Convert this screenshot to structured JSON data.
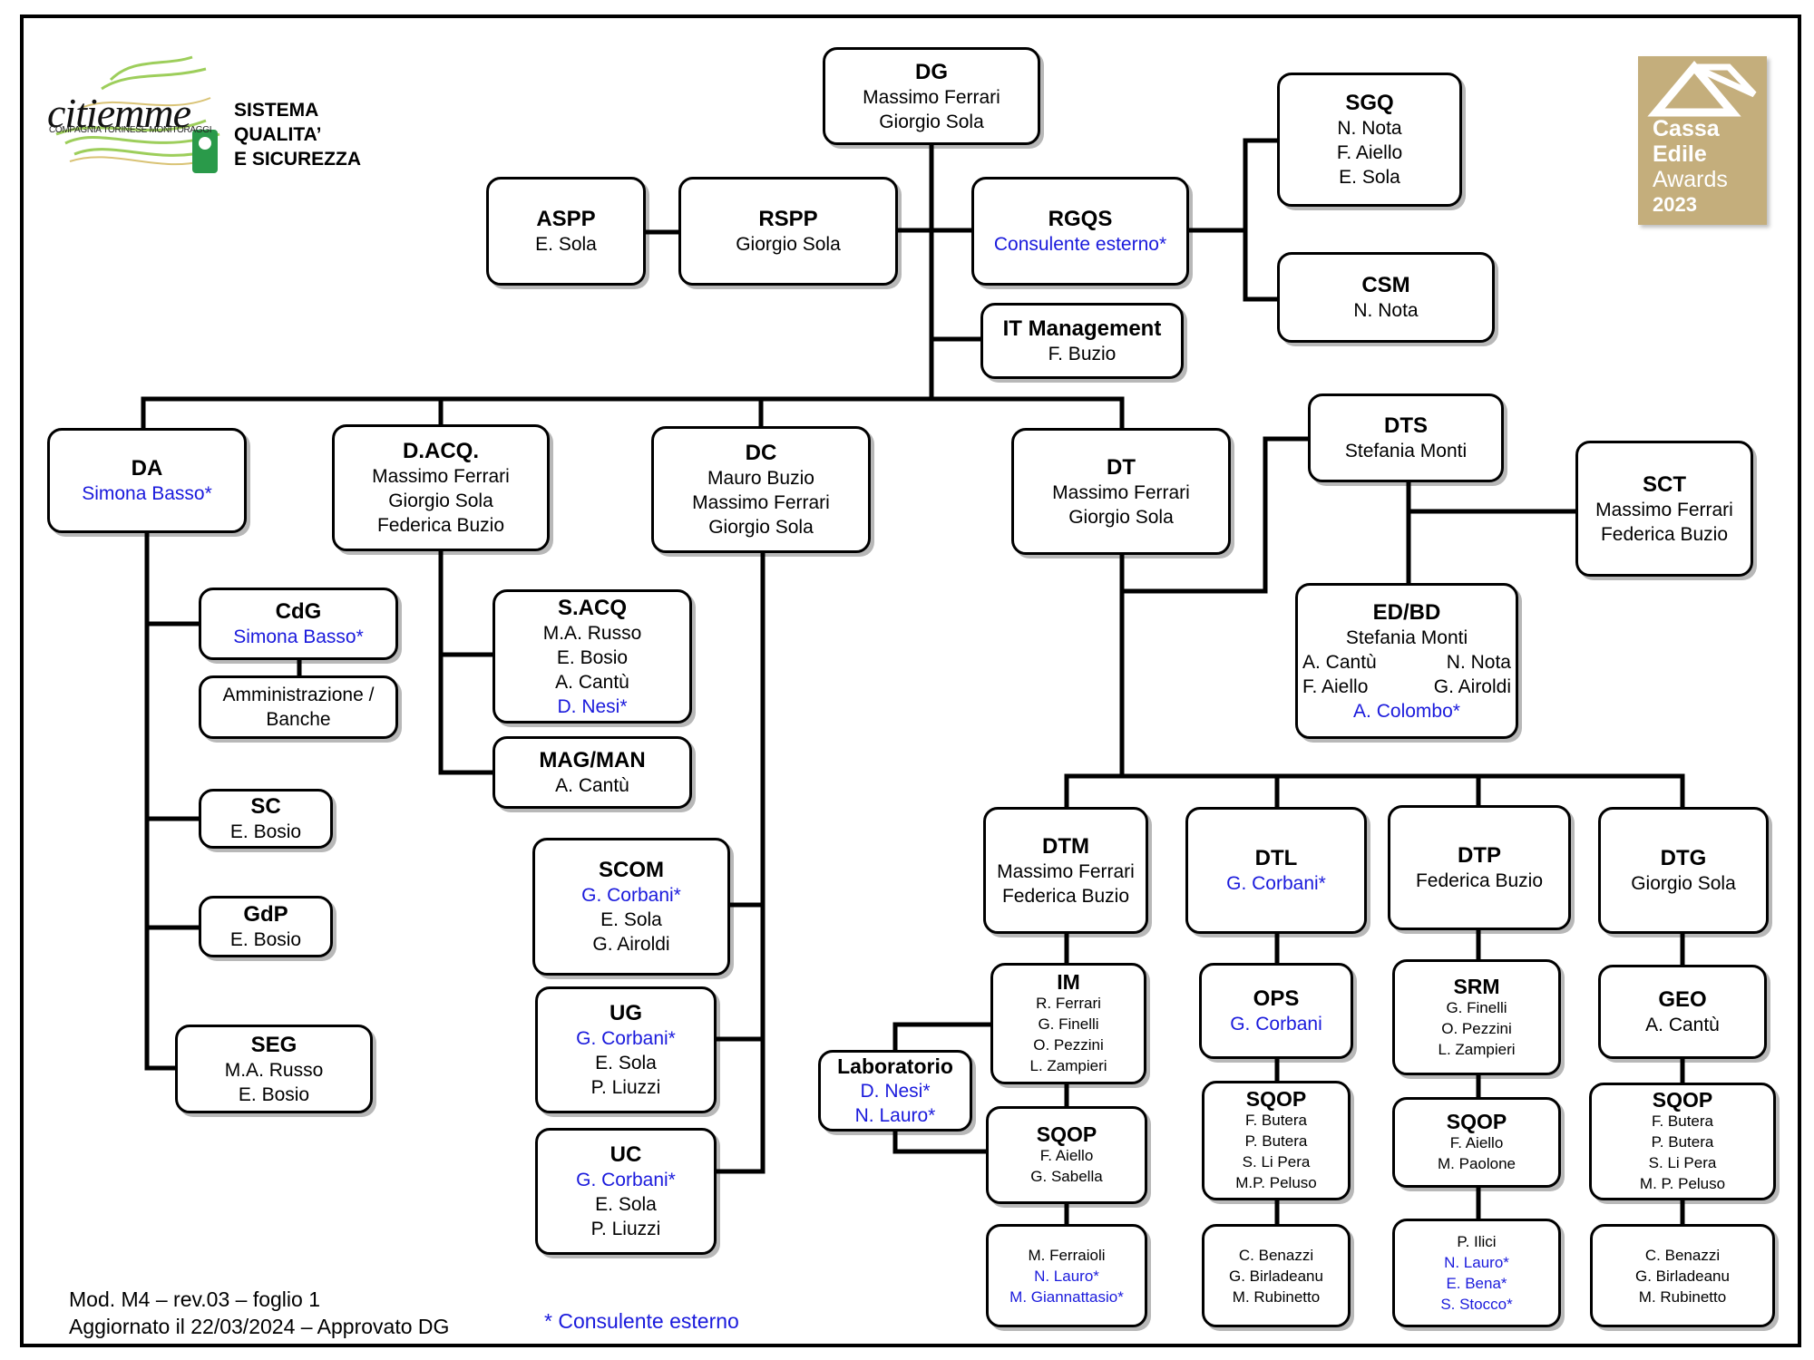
{
  "logo": {
    "company": "citiemme",
    "company_sub": "COMPAGNIA TORINESE MONITORAGGI"
  },
  "system_title": [
    "SISTEMA",
    "QUALITA’",
    "E SICUREZZA"
  ],
  "award": {
    "line1": "Cassa",
    "line2": "Edile",
    "line3": "Awards",
    "year": "2023"
  },
  "boxes": {
    "dg": {
      "title": "DG",
      "lines": [
        "Massimo Ferrari",
        "Giorgio Sola"
      ]
    },
    "aspp": {
      "title": "ASPP",
      "lines": [
        "E. Sola"
      ]
    },
    "rspp": {
      "title": "RSPP",
      "lines": [
        "Giorgio Sola"
      ]
    },
    "rgqs": {
      "title": "RGQS",
      "lines": [
        "Consulente esterno*"
      ]
    },
    "sgq": {
      "title": "SGQ",
      "lines": [
        "N. Nota",
        "F. Aiello",
        "E. Sola"
      ]
    },
    "csm": {
      "title": "CSM",
      "lines": [
        "N. Nota"
      ]
    },
    "itm": {
      "title": "IT Management",
      "lines": [
        "F. Buzio"
      ]
    },
    "da": {
      "title": "DA",
      "lines": [
        "Simona Basso*"
      ]
    },
    "dacq": {
      "title": "D.ACQ.",
      "lines": [
        "Massimo Ferrari",
        "Giorgio Sola",
        "Federica Buzio"
      ]
    },
    "dc": {
      "title": "DC",
      "lines": [
        "Mauro Buzio",
        "Massimo Ferrari",
        "Giorgio Sola"
      ]
    },
    "dt": {
      "title": "DT",
      "lines": [
        "Massimo Ferrari",
        "Giorgio Sola"
      ]
    },
    "dts": {
      "title": "DTS",
      "lines": [
        "Stefania Monti"
      ]
    },
    "sct": {
      "title": "SCT",
      "lines": [
        "Massimo Ferrari",
        "Federica Buzio"
      ]
    },
    "edbd": {
      "title": "ED/BD",
      "line1": "Stefania Monti",
      "r1a": "A. Cantù",
      "r1b": "N. Nota",
      "r2a": "F. Aiello",
      "r2b": "G. Airoldi",
      "ext": "A. Colombo*"
    },
    "cdg": {
      "title": "CdG",
      "lines": [
        "Simona Basso*"
      ]
    },
    "amm": {
      "title": "",
      "lines": [
        "Amministrazione /",
        "Banche"
      ]
    },
    "sc": {
      "title": "SC",
      "lines": [
        "E. Bosio"
      ]
    },
    "gdp": {
      "title": "GdP",
      "lines": [
        "E. Bosio"
      ]
    },
    "seg": {
      "title": "SEG",
      "lines": [
        "M.A. Russo",
        "E. Bosio"
      ]
    },
    "sacq": {
      "title": "S.ACQ",
      "lines": [
        "M.A. Russo",
        "E. Bosio",
        "A. Cantù",
        "D. Nesi*"
      ]
    },
    "magman": {
      "title": "MAG/MAN",
      "lines": [
        "A. Cantù"
      ]
    },
    "scom": {
      "title": "SCOM",
      "lines": [
        "G. Corbani*",
        "E. Sola",
        "G. Airoldi"
      ]
    },
    "ug": {
      "title": "UG",
      "lines": [
        "G. Corbani*",
        "E. Sola",
        "P. Liuzzi"
      ]
    },
    "uc": {
      "title": "UC",
      "lines": [
        "G. Corbani*",
        "E. Sola",
        "P. Liuzzi"
      ]
    },
    "dtm": {
      "title": "DTM",
      "lines": [
        "Massimo Ferrari",
        "Federica Buzio"
      ]
    },
    "dtl": {
      "title": "DTL",
      "lines": [
        "G. Corbani*"
      ]
    },
    "dtp": {
      "title": "DTP",
      "lines": [
        "Federica Buzio"
      ]
    },
    "dtg": {
      "title": "DTG",
      "lines": [
        "Giorgio Sola"
      ]
    },
    "im": {
      "title": "IM",
      "lines": [
        "R. Ferrari",
        "G. Finelli",
        "O. Pezzini",
        "L. Zampieri"
      ]
    },
    "lab": {
      "title": "Laboratorio",
      "lines": [
        "D. Nesi*",
        "N. Lauro*"
      ]
    },
    "sqop_m": {
      "title": "SQOP",
      "lines": [
        "F. Aiello",
        "G. Sabella"
      ]
    },
    "team_m": {
      "title": "",
      "lines": [
        "M. Ferraioli",
        "N. Lauro*",
        "M. Giannattasio*"
      ]
    },
    "ops": {
      "title": "OPS",
      "lines": [
        "G. Corbani"
      ]
    },
    "sqop_l": {
      "title": "SQOP",
      "lines": [
        "F. Butera",
        "P. Butera",
        "S. Li Pera",
        "M.P. Peluso"
      ]
    },
    "team_l": {
      "title": "",
      "lines": [
        "C. Benazzi",
        "G. Birladeanu",
        "M. Rubinetto"
      ]
    },
    "srm": {
      "title": "SRM",
      "lines": [
        "G. Finelli",
        "O. Pezzini",
        "L. Zampieri"
      ]
    },
    "sqop_p": {
      "title": "SQOP",
      "lines": [
        "F. Aiello",
        "M. Paolone"
      ]
    },
    "team_p": {
      "title": "",
      "lines": [
        "P. Ilici",
        "N. Lauro*",
        "E. Bena*",
        "S. Stocco*"
      ]
    },
    "geo": {
      "title": "GEO",
      "lines": [
        "A. Cantù"
      ]
    },
    "sqop_g": {
      "title": "SQOP",
      "lines": [
        "F. Butera",
        "P. Butera",
        "S. Li Pera",
        "M. P. Peluso"
      ]
    },
    "team_g": {
      "title": "",
      "lines": [
        "C. Benazzi",
        "G. Birladeanu",
        "M. Rubinetto"
      ]
    }
  },
  "footer": {
    "line1": "Mod. M4 – rev.03 – foglio 1",
    "line2": "Aggiornato il 22/03/2024 – Approvato DG"
  },
  "external_note": "* Consulente esterno",
  "colors": {
    "external": "#1a1adc",
    "award_gold": "#c4ae7c"
  }
}
